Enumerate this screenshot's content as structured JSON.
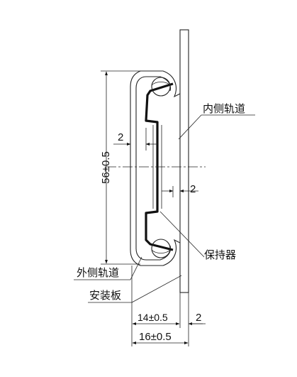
{
  "labels": {
    "inner_rail": "内侧轨道",
    "retainer": "保持器",
    "outer_rail": "外侧轨道",
    "mounting_plate": "安装板"
  },
  "dimensions": {
    "height": "56±0.5",
    "gap_left": "2",
    "gap_right": "2",
    "width_inner": "14±0.5",
    "width_plate": "2",
    "width_total": "16±0.5"
  }
}
